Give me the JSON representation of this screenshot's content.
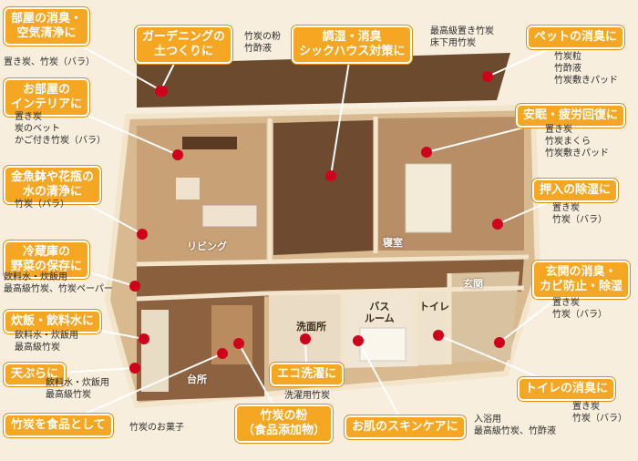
{
  "callouts": [
    {
      "id": "c1",
      "label": "部屋の消臭・\n空気清浄に",
      "note": "置き炭、竹炭（バラ）"
    },
    {
      "id": "c2",
      "label": "お部屋の\nインテリアに",
      "note": "置き炭\n炭のベット\nかご付き竹炭（バラ）"
    },
    {
      "id": "c3",
      "label": "金魚鉢や花瓶の\n水の清浄に",
      "note": "竹炭（バラ）"
    },
    {
      "id": "c4",
      "label": "冷蔵庫の\n野菜の保存に",
      "note": "飲料水・炊飯用\n最高級竹炭、竹炭ペーパー"
    },
    {
      "id": "c5",
      "label": "炊飯・飲料水に",
      "note": "飲料水・炊飯用\n最高級竹炭"
    },
    {
      "id": "c6",
      "label": "天ぷらに",
      "note": "飲料水・炊飯用\n最高級竹炭"
    },
    {
      "id": "c7",
      "label": "竹炭を食品として",
      "note": "竹炭のお菓子"
    },
    {
      "id": "c8",
      "label": "ガーデニングの\n土つくりに",
      "note": "竹炭の粉\n竹酢液"
    },
    {
      "id": "c9",
      "label": "調湿・消臭\nシックハウス対策に",
      "note": "最高級置き竹炭\n床下用竹炭"
    },
    {
      "id": "c10",
      "label": "ペットの消臭に",
      "note": "竹炭粒\n竹酢液\n竹炭敷きパッド"
    },
    {
      "id": "c11",
      "label": "安眠・疲労回復に",
      "note": "置き炭\n竹炭まくら\n竹炭敷きパッド"
    },
    {
      "id": "c12",
      "label": "押入の除湿に",
      "note": "置き炭\n竹炭（バラ）"
    },
    {
      "id": "c13",
      "label": "玄関の消臭・\nカビ防止・除湿",
      "note": "置き炭\n竹炭（バラ）"
    },
    {
      "id": "c14",
      "label": "トイレの消臭に",
      "note": "置き炭\n竹炭（バラ）"
    },
    {
      "id": "c15",
      "label": "お肌のスキンケアに",
      "note": "入浴用\n最高級竹炭、竹酢液"
    },
    {
      "id": "c16",
      "label": "エコ洗濯に",
      "note": "洗濯用竹炭"
    },
    {
      "id": "c17",
      "label": "竹炭の粉\n（食品添加物）",
      "note": ""
    }
  ],
  "rooms": {
    "living": "リビング",
    "bedroom": "寝室",
    "entrance": "玄関",
    "bath": "バス\nルーム",
    "toilet": "トイレ",
    "washroom": "洗面所",
    "kitchen": "台所"
  },
  "colors": {
    "callout": "#f5a623",
    "dot": "#d0021b",
    "line": "#ffffff",
    "floor": "#a47a55",
    "wall": "#f3e5cc"
  }
}
